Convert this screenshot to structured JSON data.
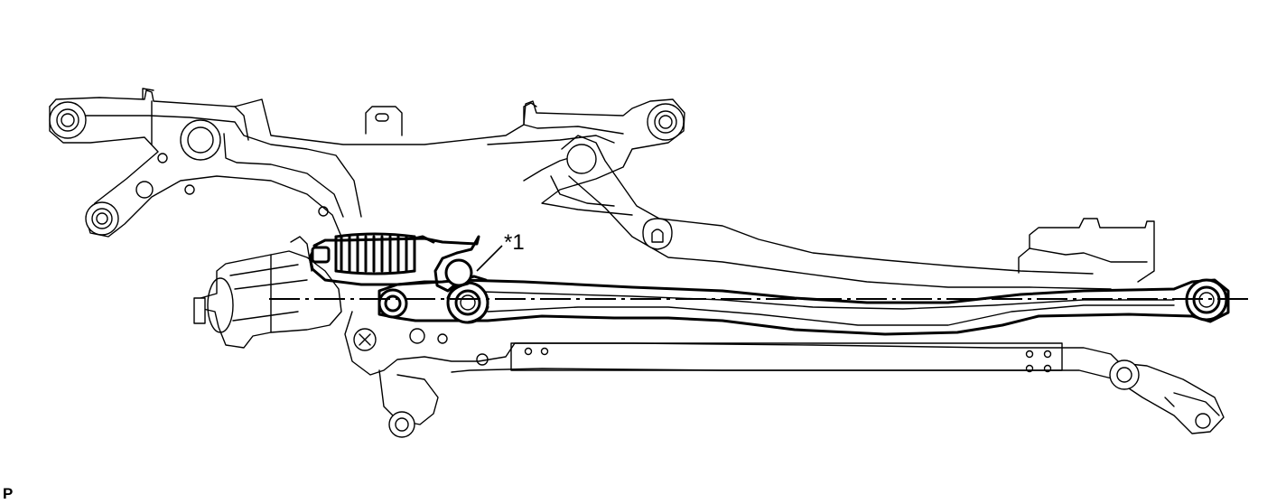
{
  "callout_label": "*1",
  "page_tag": "P",
  "colors": {
    "line": "#000000",
    "background": "#ffffff"
  },
  "parts": [
    "wiper-link-frame",
    "wiper-motor",
    "tension-spring",
    "crank-arm",
    "link-rod",
    "drive-rod",
    "pivot-bushings",
    "mounting-bolt"
  ]
}
